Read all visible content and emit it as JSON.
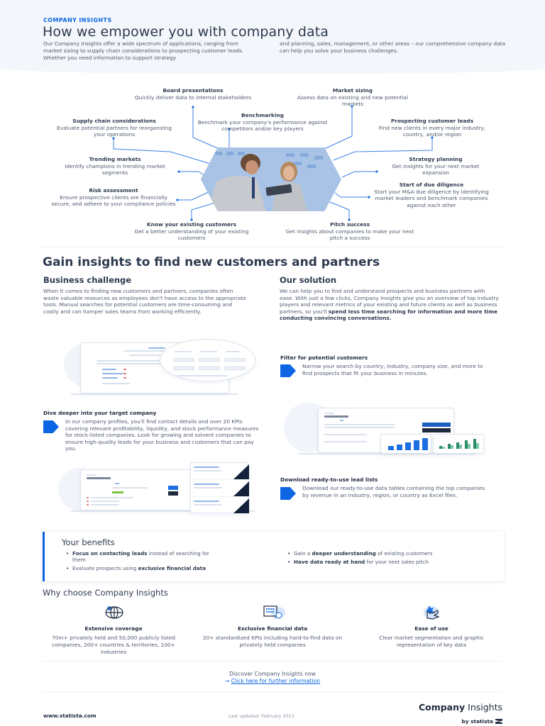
{
  "header": {
    "eyebrow": "COMPANY INSIGHTS",
    "title": "How we empower you with company data",
    "intro_left": "Our Company Insights offer a wide spectrum of applications, ranging from market sizing to supply chain considerations to prospecting customer leads. Whether you need information to support strategy",
    "intro_right": "and planning, sales, management, or other areas – our comprehensive company data can help you solve your business challenges."
  },
  "use_cases": [
    {
      "title": "Board presentations",
      "text": "Quickly deliver data to internal stakeholders"
    },
    {
      "title": "Market sizing",
      "text": "Assess data on existing and new potential markets"
    },
    {
      "title": "Supply chain considerations",
      "text": "Evaluate potential partners for reorganizing your operations"
    },
    {
      "title": "Benchmarking",
      "text": "Benchmark your company's performance against competitors and/or key players"
    },
    {
      "title": "Prospecting customer leads",
      "text": "Find new clients in every major industry, country, and/or region"
    },
    {
      "title": "Trending markets",
      "text": "Identify champions in trending market segments"
    },
    {
      "title": "Strategy planning",
      "text": "Get insights for your next market expansion"
    },
    {
      "title": "Risk assessment",
      "text": "Ensure prospective clients are financially secure, and adhere to your compliance policies"
    },
    {
      "title": "Start of due diligence",
      "text": "Start your M&A due diligence by identifying market leaders and benchmark companies against each other"
    },
    {
      "title": "Know your existing customers",
      "text": "Get a better understanding of your existing customers"
    },
    {
      "title": "Pitch success",
      "text": "Get insights about companies to make your next pitch a success"
    }
  ],
  "gain": {
    "title": "Gain insights to find new customers and partners",
    "challenge_title": "Business challenge",
    "challenge_text": "When it comes to finding new customers and partners, companies often waste valuable resources as employees don't have access to the appropriate tools. Manual searches for potential customers are time-consuming and costly and can hamper sales teams from working efficiently.",
    "solution_title": "Our solution",
    "solution_text": "We can help you to find and understand prospects and business partners with ease. With just a few clicks, Company Insights give you an overview of top industry players and relevant metrics of your existing and future clients as well as business partners, so you'll",
    "solution_bold": "spend less time searching for information and more time conducting convincing conversations."
  },
  "features": [
    {
      "title": "Filter for potential customers",
      "text": "Narrow your search by country, industry, company size, and more to find prospects that fit your business in minutes."
    },
    {
      "title": "Dive deeper into your target company",
      "text": "In our company profiles, you'll find contact details and over 20 KPIs covering relevant profitability, liquidity, and stock performance measures for stock-listed companies. Look for growing and solvent companies to ensure high-quality leads for your business and customers that can pay you."
    },
    {
      "title": "Download ready-to-use lead lists",
      "text": "Download our ready-to-use data tables containing the top companies by revenue in an industry, region, or country as Excel files."
    }
  ],
  "benefits": {
    "title": "Your benefits",
    "items": [
      {
        "bold": "Focus on contacting leads",
        "rest": " instead of searching for them"
      },
      {
        "pre": "Evaluate prospects using ",
        "bold": "exclusive financial data"
      },
      {
        "pre": "Gain a ",
        "bold": "deeper understanding",
        "rest": " of existing customers"
      },
      {
        "bold": "Have data ready at hand",
        "rest": " for your next sales pitch"
      }
    ]
  },
  "why": {
    "title": "Why choose Company Insights",
    "columns": [
      {
        "icon": "globe-icon",
        "title": "Extensive coverage",
        "text": "70m+ privately held and 50,000 publicly listed companies, 200+ countries & territories, 100+ industries"
      },
      {
        "icon": "building-search-icon",
        "title": "Exclusive financial data",
        "text": "20+ standardized KPIs including hard-to-find data on privately held companies"
      },
      {
        "icon": "hand-star-icon",
        "title": "Ease of use",
        "text": "Clear market segmentation and graphic representation of key data"
      }
    ]
  },
  "cta": {
    "text": "Discover Company Insights now",
    "link": "Click here for further information",
    "arrow": "➞"
  },
  "footer": {
    "url": "www.statista.com",
    "updated": "Last updated: February 2023",
    "brand_bold": "Company",
    "brand_light": " Insights",
    "by": "by statista"
  },
  "colors": {
    "accent": "#0c66e4",
    "heading": "#2e3a4f",
    "body": "#4f5a6e",
    "hero_bg": "#f3f6fa"
  }
}
